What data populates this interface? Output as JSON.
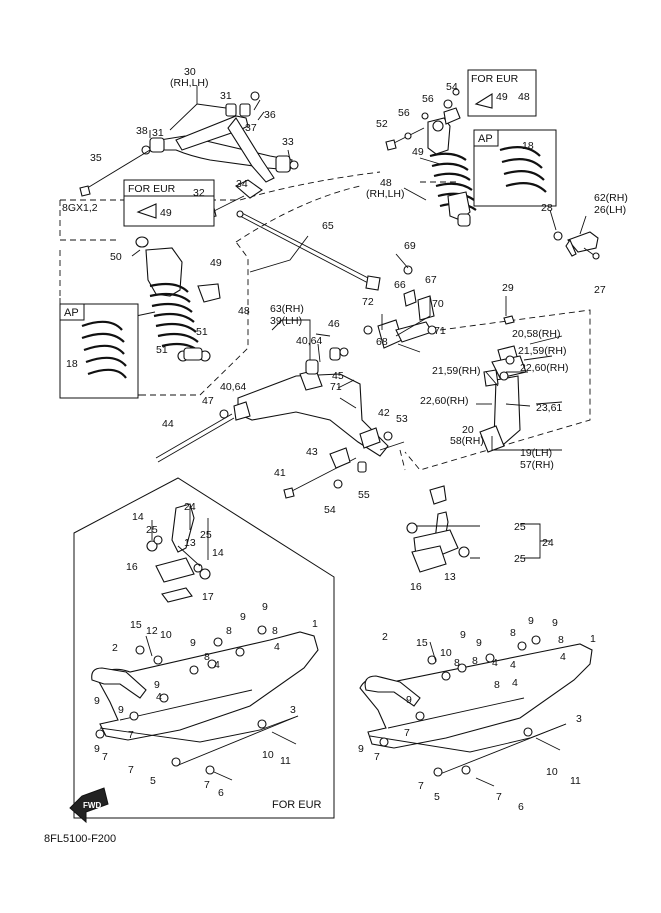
{
  "diagram_code": "8FL5100-F200",
  "fwd_label": "FWD",
  "boxes": {
    "for_eur_shock_left": "FOR EUR",
    "for_eur_shock_right": "FOR EUR",
    "for_eur_ski": "FOR EUR",
    "ap_left": "AP",
    "ap_right": "AP"
  },
  "labels": {
    "l30": "30",
    "l30s": "(RH,LH)",
    "l31a": "31",
    "l31b": "31",
    "l36": "36",
    "l37": "37",
    "l38": "38",
    "l33": "33",
    "l35": "35",
    "l34": "34",
    "l32": "32",
    "l8gx": "8GX1,2",
    "l49a": "49",
    "l49b": "49",
    "l50": "50",
    "l48a": "48",
    "l51a": "51",
    "l51b": "51",
    "l18a": "18",
    "l65": "65",
    "l52": "52",
    "l56": "56",
    "l56b": "56",
    "l54a": "54",
    "l49c": "49",
    "l48b": "48",
    "l49d": "49",
    "l48c": "48",
    "l48cs": "(RH,LH)",
    "l18b": "18",
    "l28": "28",
    "l62": "62(RH)",
    "l26": "26(LH)",
    "l27": "27",
    "l69": "69",
    "l67": "67",
    "l66": "66",
    "l72": "72",
    "l70": "70",
    "l71a": "71",
    "l68": "68",
    "l29": "29",
    "l2058a": "20,58(RH)",
    "l2159a": "21,59(RH)",
    "l2159b": "21,59(RH)",
    "l2260a": "22,60(RH)",
    "l2260b": "22,60(RH)",
    "l2361": "23,61",
    "l20": "20",
    "l58": "58(RH)",
    "l19": "19(LH)",
    "l57": "57(RH)",
    "l63": "63(RH)",
    "l39": "39(LH)",
    "l46": "46",
    "l4064a": "40,64",
    "l4064b": "40,64",
    "l45": "45",
    "l47": "47",
    "l71b": "71",
    "l42": "42",
    "l53": "53",
    "l44": "44",
    "l43": "43",
    "l41": "41",
    "l54b": "54",
    "l55": "55",
    "s14": "14",
    "s25a": "25",
    "s24a": "24",
    "s13a": "13",
    "s25b": "25",
    "s14b": "14",
    "s16a": "16",
    "s17": "17",
    "s15a": "15",
    "s12": "12",
    "s10a": "10",
    "s2a": "2",
    "s9a": "9",
    "s8a": "8",
    "s9b": "9",
    "s8b": "8",
    "s4a": "4",
    "s1a": "1",
    "s9c": "9",
    "s8c": "8",
    "s4b": "4",
    "s9d": "9",
    "s3a": "3",
    "s9e": "9",
    "s7a": "7",
    "s10b": "10",
    "s11a": "11",
    "s7b": "7",
    "s5a": "5",
    "s7c": "7",
    "s6a": "6",
    "r25a": "25",
    "r24": "24",
    "r25b": "25",
    "r13": "13",
    "r16": "16",
    "r2": "2",
    "r15": "15",
    "r10a": "10",
    "r9a": "9",
    "r8a": "8",
    "r9b": "9",
    "r8b": "8",
    "r9c": "9",
    "r8c": "8",
    "r4a": "4",
    "r1": "1",
    "r9d": "9",
    "r4b": "4",
    "r4c": "4",
    "r9e": "9",
    "r7a": "7",
    "r3": "3",
    "r9f": "9",
    "r7b": "7",
    "r10b": "10",
    "r11": "11",
    "r7c": "7",
    "r5": "5",
    "r7d": "7",
    "r6": "6",
    "r9g": "9",
    "r8d": "8",
    "r4d": "4",
    "r8e": "8"
  }
}
